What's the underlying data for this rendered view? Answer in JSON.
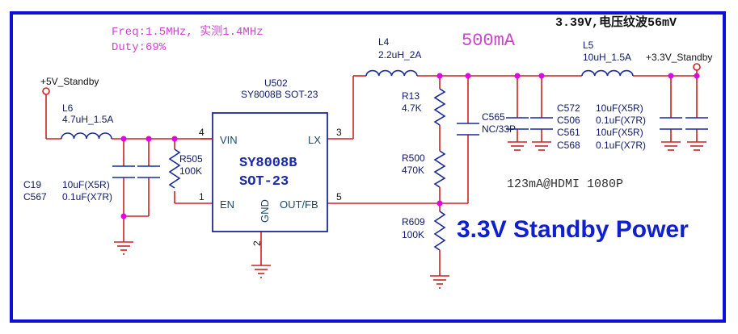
{
  "annotations": {
    "freq": "Freq:1.5MHz, 实测1.4MHz",
    "duty": "Duty:69%",
    "current_max": "500mA",
    "ripple": "3.39V,电压纹波56mV",
    "hdmi_current": "123mA@HDMI 1080P",
    "title": "3.3V Standby Power"
  },
  "nets": {
    "input": "+5V_Standby",
    "output": "+3.3V_Standby"
  },
  "ic": {
    "ref": "U502",
    "part": "SY8008B SOT-23",
    "name_line1": "SY8008B",
    "name_line2": "SOT-23",
    "pins": {
      "vin": {
        "name": "VIN",
        "num": "4"
      },
      "lx": {
        "name": "LX",
        "num": "3"
      },
      "en": {
        "name": "EN",
        "num": "1"
      },
      "fb": {
        "name": "OUT/FB",
        "num": "5"
      },
      "gnd": {
        "name": "GND",
        "num": "2"
      }
    }
  },
  "components": {
    "L6": {
      "ref": "L6",
      "value": "4.7uH_1.5A"
    },
    "L4": {
      "ref": "L4",
      "value": "2.2uH_2A"
    },
    "L5": {
      "ref": "L5",
      "value": "10uH_1.5A"
    },
    "R505": {
      "ref": "R505",
      "value": "100K"
    },
    "R13": {
      "ref": "R13",
      "value": "4.7K"
    },
    "R500": {
      "ref": "R500",
      "value": "470K"
    },
    "R609": {
      "ref": "R609",
      "value": "100K"
    },
    "C565": {
      "ref": "C565",
      "value": "NC/33P"
    },
    "input_caps": [
      {
        "ref": "C19",
        "value": "10uF(X5R)"
      },
      {
        "ref": "C567",
        "value": "0.1uF(X7R)"
      }
    ],
    "output_caps": [
      {
        "ref": "C572",
        "value": "10uF(X5R)"
      },
      {
        "ref": "C506",
        "value": "0.1uF(X7R)"
      },
      {
        "ref": "C561",
        "value": "10uF(X5R)"
      },
      {
        "ref": "C568",
        "value": "0.1uF(X7R)"
      }
    ]
  },
  "colors": {
    "frame": "#0a10d8",
    "wire": "#cc2222",
    "component": "#1a2a99",
    "junction": "#e600e6",
    "annotation_pink": "#cc44cc",
    "title_blue": "#1020d0"
  }
}
